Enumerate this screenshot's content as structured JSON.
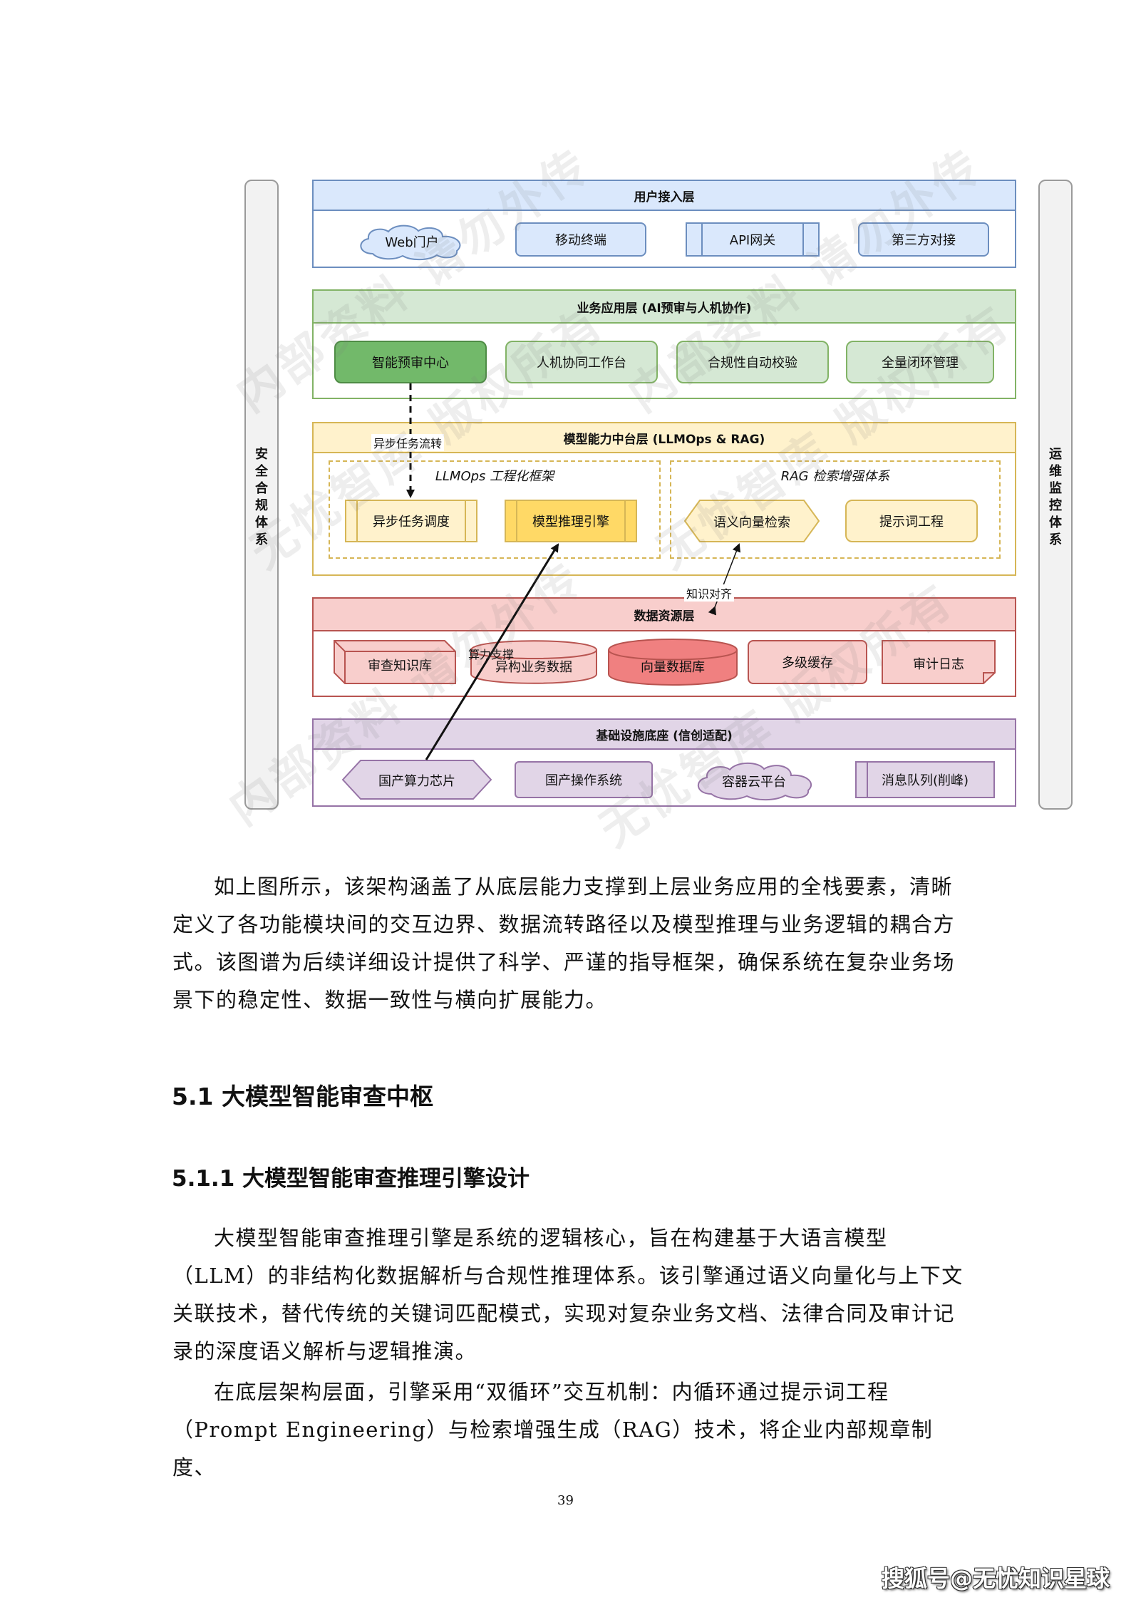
{
  "diagram": {
    "left_bar": "安全合规体系",
    "right_bar": "运维监控体系",
    "user_layer": {
      "title": "用户接入层",
      "nodes": [
        "Web门户",
        "移动终端",
        "API网关",
        "第三方对接"
      ]
    },
    "app_layer": {
      "title": "业务应用层 (AI预审与人机协作)",
      "nodes": [
        "智能预审中心",
        "人机协同工作台",
        "合规性自动校验",
        "全量闭环管理"
      ]
    },
    "model_layer": {
      "title": "模型能力中台层 (LLMOps & RAG)",
      "llmops_title": "LLMOps 工程化框架",
      "rag_title": "RAG 检索增强体系",
      "nodes": [
        "异步任务调度",
        "模型推理引擎",
        "语义向量检索",
        "提示词工程"
      ]
    },
    "data_layer": {
      "title": "数据资源层",
      "nodes": [
        "审查知识库",
        "异构业务数据",
        "向量数据库",
        "多级缓存",
        "审计日志"
      ]
    },
    "infra_layer": {
      "title": "基础设施底座 (信创适配)",
      "nodes": [
        "国产算力芯片",
        "国产操作系统",
        "容器云平台",
        "消息队列(削峰)"
      ]
    },
    "edges": {
      "async_flow": "异步任务流转",
      "knowledge_align": "知识对齐",
      "compute_support": "算力支撑"
    }
  },
  "watermark": [
    "内部资料 请勿外传",
    "无忧智库 版权所有"
  ],
  "body": {
    "para1": "如上图所示，该架构涵盖了从底层能力支撑到上层业务应用的全栈要素，清晰定义了各功能模块间的交互边界、数据流转路径以及模型推理与业务逻辑的耦合方式。该图谱为后续详细设计提供了科学、严谨的指导框架，确保系统在复杂业务场景下的稳定性、数据一致性与横向扩展能力。",
    "h2": "5.1  大模型智能审查中枢",
    "h3": "5.1.1  大模型智能审查推理引擎设计",
    "para2": "大模型智能审查推理引擎是系统的逻辑核心，旨在构建基于大语言模型（LLM）的非结构化数据解析与合规性推理体系。该引擎通过语义向量化与上下文关联技术，替代传统的关键词匹配模式，实现对复杂业务文档、法律合同及审计记录的深度语义解析与逻辑推演。",
    "para3": "在底层架构层面，引擎采用“双循环”交互机制：内循环通过提示词工程（Prompt Engineering）与检索增强生成（RAG）技术，将企业内部规章制度、"
  },
  "page_number": "39",
  "source_mark": "搜狐号@无忧知识星球"
}
